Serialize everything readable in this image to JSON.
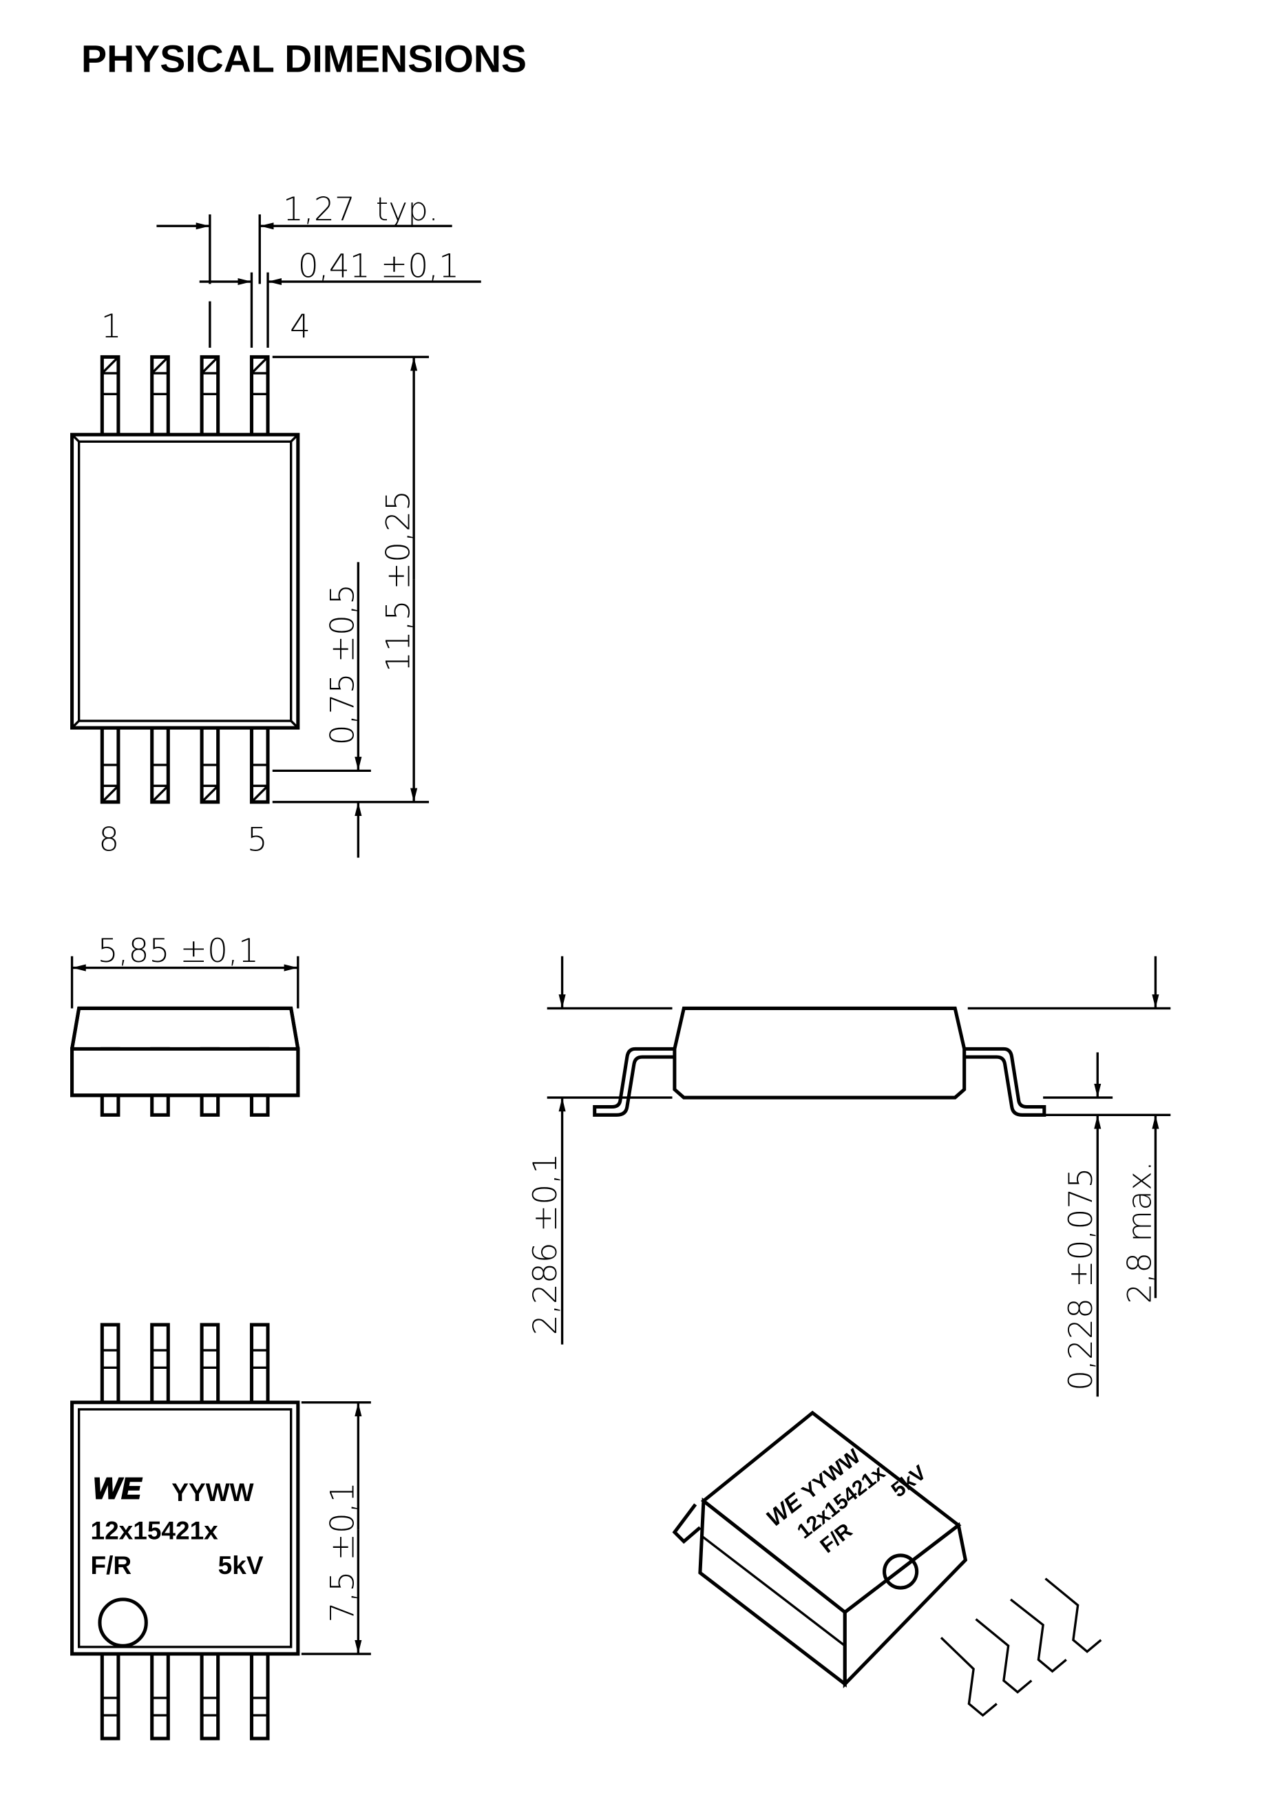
{
  "title": "PHYSICAL DIMENSIONS",
  "top_view": {
    "pin_pitch": "1,27  typ.",
    "pin_width": "0,41 ±0,1",
    "length": "11,5 ±0,25",
    "lead_length": "0,75 ±0,5",
    "pin_labels": {
      "p1": "1",
      "p4": "4",
      "p8": "8",
      "p5": "5"
    }
  },
  "front_view": {
    "width": "5,85 ±0,1"
  },
  "side_view": {
    "body_height": "2,286 ±0,1",
    "standoff": "0,228 ±0,075",
    "max_height": "2,8 max."
  },
  "bottom_view": {
    "width": "7,5 ±0,1",
    "marking": {
      "logo": "WE",
      "date": "YYWW",
      "part": "12x15421x",
      "type": "F/R",
      "voltage": "5kV"
    }
  },
  "iso_view": {
    "marking": {
      "logo": "WE",
      "date": "YYWW",
      "part": "12x15421x",
      "type": "F/R",
      "voltage": "5kV"
    }
  }
}
